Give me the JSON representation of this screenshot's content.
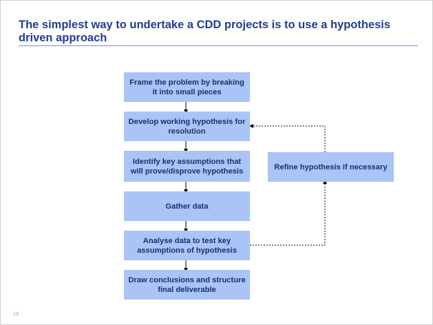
{
  "slide": {
    "title": "The simplest way to undertake a CDD projects is to use a hypothesis driven approach",
    "number": "13"
  },
  "process": {
    "steps": [
      "Frame the problem by breaking it into small pieces",
      "Develop working hypothesis for resolution",
      "Identify key assumptions that will prove/disprove hypothesis",
      "Gather data",
      "Analyse data to test key assumptions of hypothesis",
      "Draw conclusions and structure final deliverable"
    ],
    "refine": "Refine hypothesis if necessary"
  }
}
